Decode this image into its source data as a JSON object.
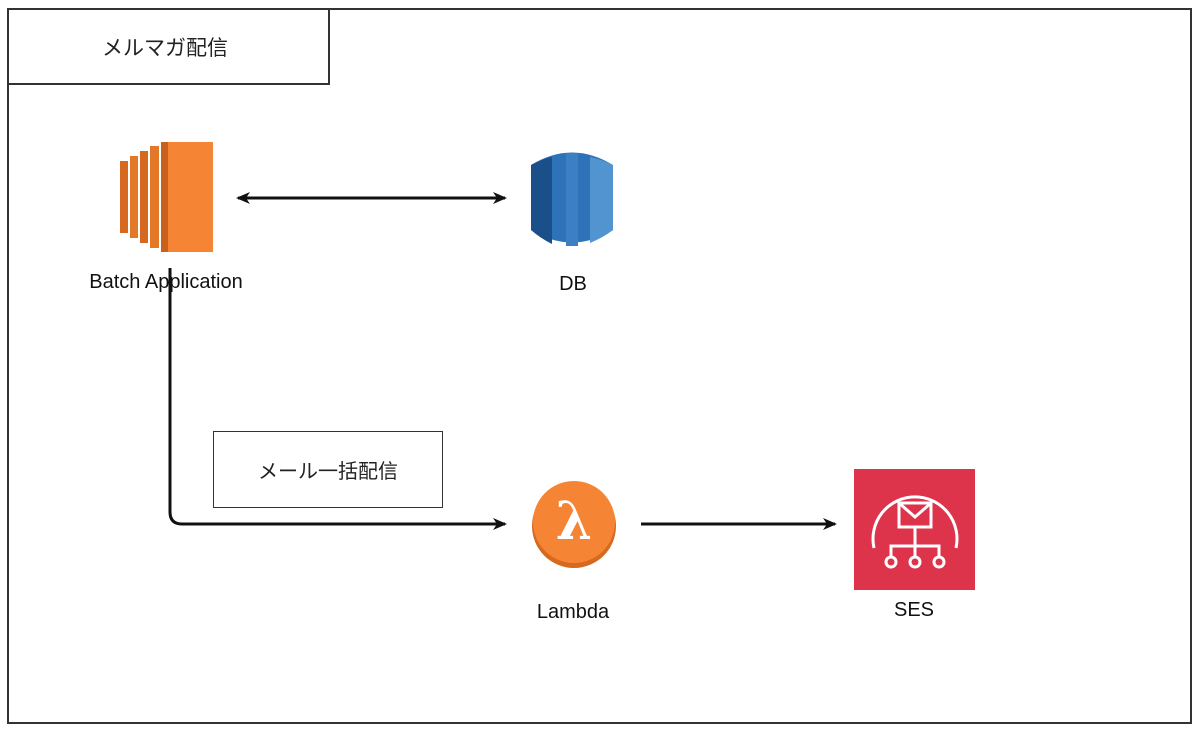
{
  "diagram": {
    "title": "メルマガ配信",
    "nodes": {
      "batch": {
        "label": "Batch Application",
        "icon": "ec2-icon",
        "color": "#F58534"
      },
      "db": {
        "label": "DB",
        "icon": "rds-icon",
        "color": "#2E73B8"
      },
      "lambda": {
        "label": "Lambda",
        "icon": "lambda-icon",
        "color": "#F58534"
      },
      "ses": {
        "label": "SES",
        "icon": "ses-icon",
        "color": "#DD344C"
      }
    },
    "edges": [
      {
        "from": "batch",
        "to": "db",
        "direction": "both"
      },
      {
        "from": "batch",
        "to": "lambda",
        "direction": "forward",
        "label": "メール一括配信"
      },
      {
        "from": "lambda",
        "to": "ses",
        "direction": "forward"
      }
    ]
  }
}
